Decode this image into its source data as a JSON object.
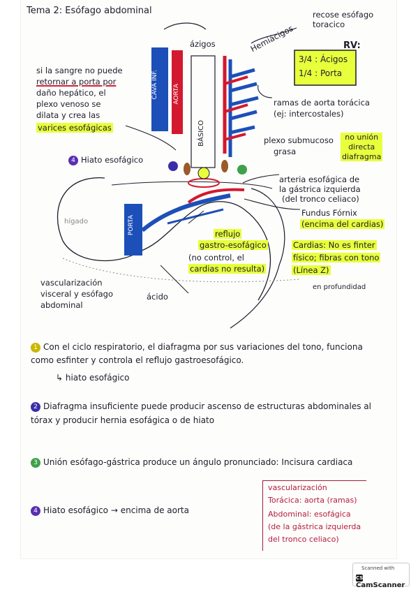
{
  "title": "Tema 2: Esófago abdominal",
  "top_right_note": "recose esófago toracico",
  "labels": {
    "azigos": "ázigos",
    "hemiazigos": "Hemiácigos",
    "cava": "CAVA INF.",
    "aorta": "AORTA",
    "basico": "BÁSICO",
    "porta": "PORTA",
    "rv_title": "RV:",
    "rv_line1": "3/4 : Ácigos",
    "rv_line2": "1/4 : Porta",
    "hepatic_1": "si la sangre no puede",
    "hepatic_2": "retornar a porta por",
    "hepatic_3": "daño hepático, el",
    "hepatic_4": "plexo venoso se",
    "hepatic_5": "dilata y crea las",
    "hepatic_6": "varices esofágicas",
    "ramas_1": "ramas de aorta torácica",
    "ramas_2": "(ej: intercostales)",
    "plexo": "plexo submucoso",
    "grasa": "grasa",
    "no_union_1": "no unión",
    "no_union_2": "directa",
    "no_union_3": "diafragma",
    "hiato_label": "Hiato esofágico",
    "arteria_1": "arteria esofágica de",
    "arteria_2": "la gástrica izquierda",
    "arteria_3": "(del tronco celiaco)",
    "fundus_1": "Fundus Fórnix",
    "fundus_2": "(encima del cardias)",
    "reflujo_1": "reflujo",
    "reflujo_2": "gastro-esofágico",
    "reflujo_3": "(no control, el",
    "reflujo_4": "cardias no resulta)",
    "cardias_1": "Cardias: No es finter",
    "cardias_2": "físico; fibras con tono",
    "cardias_3": "(Línea Z)",
    "profundidad": "en profundidad",
    "vasc_1": "vascularización",
    "vasc_2": "visceral y esófago",
    "vasc_3": "abdominal",
    "acido": "ácido",
    "higado": "hígado"
  },
  "notes": {
    "n1_text": "Con el ciclo respiratorio, el diafragma por sus variaciones del tono, funciona como esfinter y controla el reflujo gastroesofágico.",
    "n1_sub": "↳ hiato esofágico",
    "n2_text": "Diafragma insuficiente puede producir ascenso de estructuras abdominales al tórax y producir hernia esofágica o de hiato",
    "n3_text": "Unión esófago-gástrica produce un ángulo pronunciado: Incisura cardiaca",
    "n4_text": "Hiato esofágico → encima de aorta",
    "box_1": "vascularización",
    "box_2": "Torácica: aorta (ramas)",
    "box_3": "Abdominal: esofágica",
    "box_4": "(de la gástrica izquierda",
    "box_5": "del tronco celiaco)"
  },
  "markers": [
    "4",
    "2",
    "1",
    "3"
  ],
  "badge": {
    "line1": "Scanned with",
    "line2": "CamScanner"
  },
  "colors": {
    "highlight": "#e8ff3c",
    "vein_blue": "#1d4fb8",
    "artery_red": "#d3192f",
    "ink": "#1c1c2a",
    "brown": "#9a5a2a",
    "purple": "#5a2fb0",
    "green": "#3fa04a"
  }
}
